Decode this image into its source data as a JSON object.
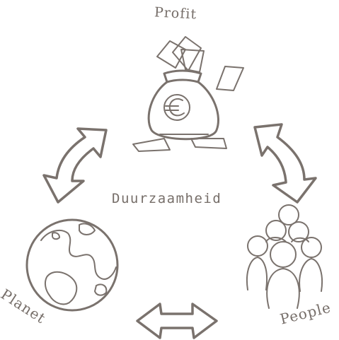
{
  "diagram": {
    "center_label": "Duurzaamheid",
    "nodes": {
      "profit": {
        "label": "Profit",
        "icon": "money-bag-euro-icon"
      },
      "people": {
        "label": "People",
        "icon": "group-of-people-icon"
      },
      "planet": {
        "label": "Planet",
        "icon": "globe-icon"
      }
    },
    "colors": {
      "ink": "#7a726d",
      "background": "#ffffff"
    }
  }
}
